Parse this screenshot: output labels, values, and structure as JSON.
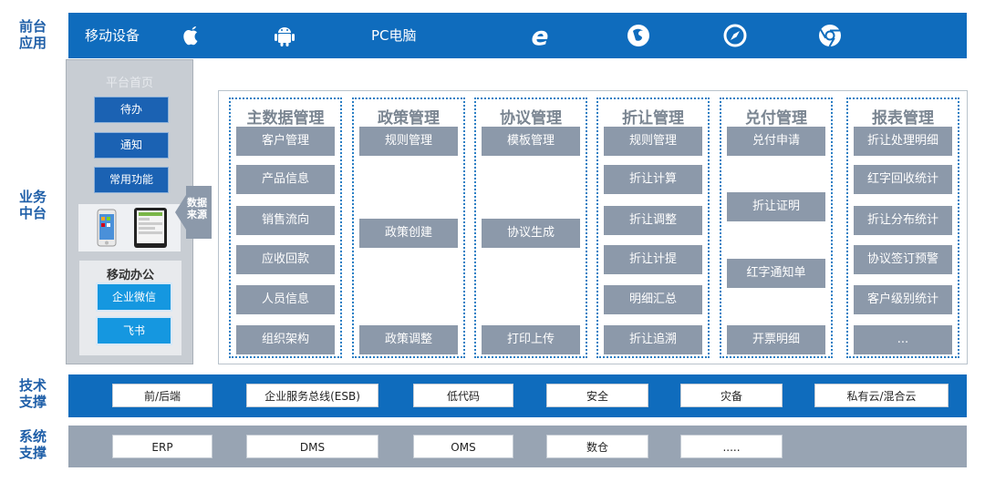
{
  "row_labels": {
    "frontend": [
      "前台",
      "应用"
    ],
    "business": [
      "业务",
      "中台"
    ],
    "tech": [
      "技术",
      "支撑"
    ],
    "system": [
      "系统",
      "支撑"
    ]
  },
  "topbar": {
    "mobile_label": "移动设备",
    "pc_label": "PC电脑",
    "icons": [
      "apple-icon",
      "android-icon",
      "ie-icon",
      "firefox-icon",
      "safari-icon",
      "chrome-icon"
    ]
  },
  "left_panel": {
    "platform_label": "平台首页",
    "buttons": [
      "待办",
      "通知",
      "常用功能"
    ],
    "mobile_title": "移动办公",
    "mobile_buttons": [
      "企业微信",
      "飞书"
    ],
    "data_source": "数据来源"
  },
  "columns": [
    {
      "title": "主数据管理",
      "cells": [
        "客户管理",
        "产品信息",
        "销售流向",
        "应收回款",
        "人员信息",
        "组织架构"
      ]
    },
    {
      "title": "政策管理",
      "cells": [
        "规则管理",
        "政策创建",
        "政策调整"
      ]
    },
    {
      "title": "协议管理",
      "cells": [
        "模板管理",
        "协议生成",
        "打印上传"
      ]
    },
    {
      "title": "折让管理",
      "cells": [
        "规则管理",
        "折让计算",
        "折让调整",
        "折让计提",
        "明细汇总",
        "折让追溯"
      ]
    },
    {
      "title": "兑付管理",
      "cells": [
        "兑付申请",
        "折让证明",
        "红字通知单",
        "开票明细"
      ]
    },
    {
      "title": "报表管理",
      "cells": [
        "折让处理明细",
        "红字回收统计",
        "折让分布统计",
        "协议签订预警",
        "客户级别统计",
        "..."
      ]
    }
  ],
  "tech_items": [
    "前/后端",
    "企业服务总线(ESB)",
    "低代码",
    "安全",
    "灾备",
    "私有云/混合云"
  ],
  "system_items": [
    "ERP",
    "DMS",
    "OMS",
    "数仓",
    "....."
  ],
  "colors": {
    "primary_blue": "#0f6cbd",
    "cell_gray": "#8c99aa",
    "system_gray": "#98a4b3",
    "mobile_blue": "#1597e0"
  }
}
